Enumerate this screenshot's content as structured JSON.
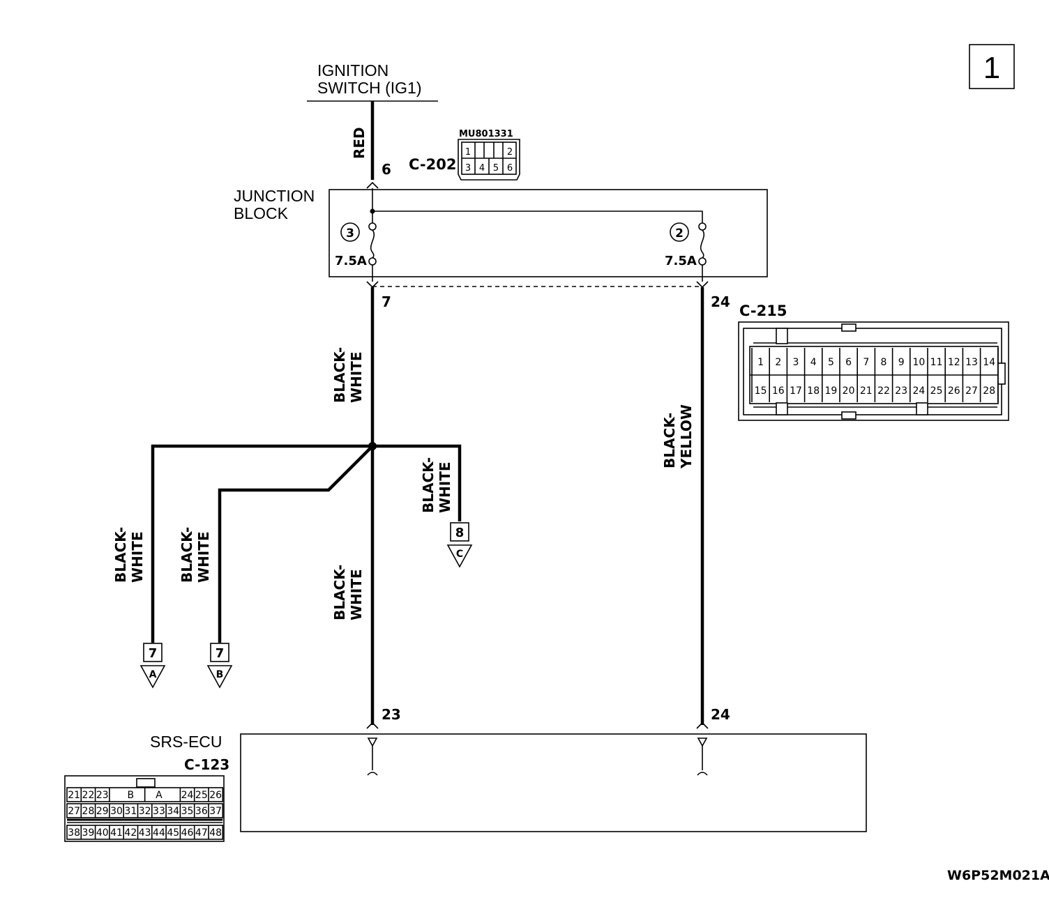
{
  "page_number": "1",
  "figure_code": "W6P52M021A",
  "source": {
    "name": "IGNITION\nSWITCH (IG1)",
    "wire_color": "RED",
    "pin": "6"
  },
  "junction_block": {
    "label": "JUNCTION\nBLOCK",
    "connector": {
      "name": "C-202",
      "part_number": "MU801331",
      "pins_row1": [
        "1",
        "",
        "2"
      ],
      "pins_row2": [
        "3",
        "4",
        "5",
        "6"
      ]
    },
    "fuses": [
      {
        "number": "3",
        "rating": "7.5A",
        "out_pin": "7"
      },
      {
        "number": "2",
        "rating": "7.5A",
        "out_pin": "24"
      }
    ]
  },
  "connector_c215": {
    "name": "C-215",
    "row1": [
      "1",
      "2",
      "3",
      "4",
      "5",
      "6",
      "7",
      "8",
      "9",
      "10",
      "11",
      "12",
      "13",
      "14"
    ],
    "row2": [
      "15",
      "16",
      "17",
      "18",
      "19",
      "20",
      "21",
      "22",
      "23",
      "24",
      "25",
      "26",
      "27",
      "28"
    ]
  },
  "wires": {
    "main": "BLACK-\nWHITE",
    "main_lower": "BLACK-\nWHITE",
    "right": "BLACK-\nYELLOW",
    "branch_a": "BLACK-\nWHITE",
    "branch_b": "BLACK-\nWHITE",
    "branch_c": "BLACK-\nWHITE"
  },
  "terminals": [
    {
      "pin": "7",
      "ref": "A"
    },
    {
      "pin": "7",
      "ref": "B"
    },
    {
      "pin": "8",
      "ref": "C"
    }
  ],
  "ecu": {
    "label": "SRS-ECU",
    "connector": "C-123",
    "pin_left": "23",
    "pin_right": "24",
    "row1_left": [
      "21",
      "22",
      "23"
    ],
    "row1_mid": [
      "B",
      "A"
    ],
    "row1_right": [
      "24",
      "25",
      "26"
    ],
    "row2": [
      "27",
      "28",
      "29",
      "30",
      "31",
      "32",
      "33",
      "34",
      "35",
      "36",
      "37"
    ],
    "row3": [
      "38",
      "39",
      "40",
      "41",
      "42",
      "43",
      "44",
      "45",
      "46",
      "47",
      "48"
    ]
  }
}
